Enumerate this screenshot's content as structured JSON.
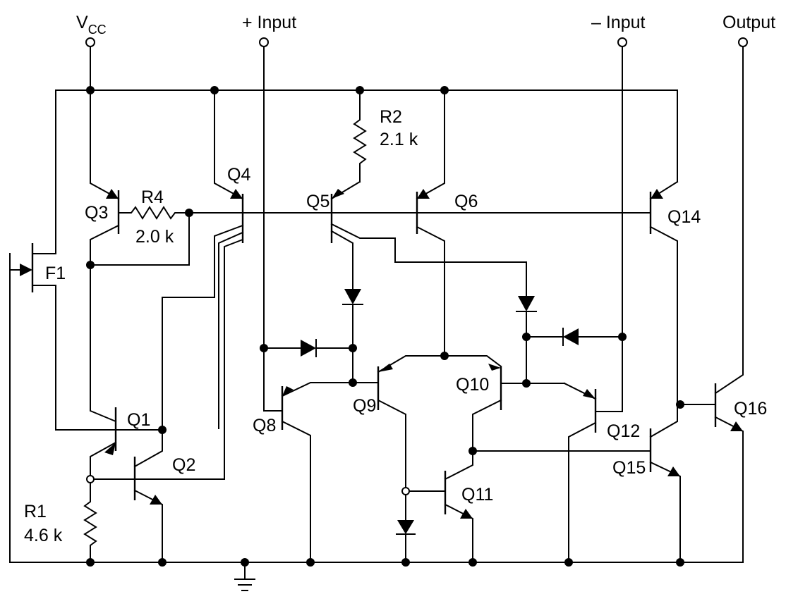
{
  "pins": {
    "vcc": "V",
    "vcc_sub": "CC",
    "plus_input": "+ Input",
    "minus_input": "– Input",
    "output": "Output"
  },
  "components": {
    "r1_name": "R1",
    "r1_value": "4.6 k",
    "r2_name": "R2",
    "r2_value": "2.1 k",
    "r4_name": "R4",
    "r4_value": "2.0 k",
    "f1": "F1",
    "q1": "Q1",
    "q2": "Q2",
    "q3": "Q3",
    "q4": "Q4",
    "q5": "Q5",
    "q6": "Q6",
    "q8": "Q8",
    "q9": "Q9",
    "q10": "Q10",
    "q11": "Q11",
    "q12": "Q12",
    "q14": "Q14",
    "q15": "Q15",
    "q16": "Q16"
  }
}
